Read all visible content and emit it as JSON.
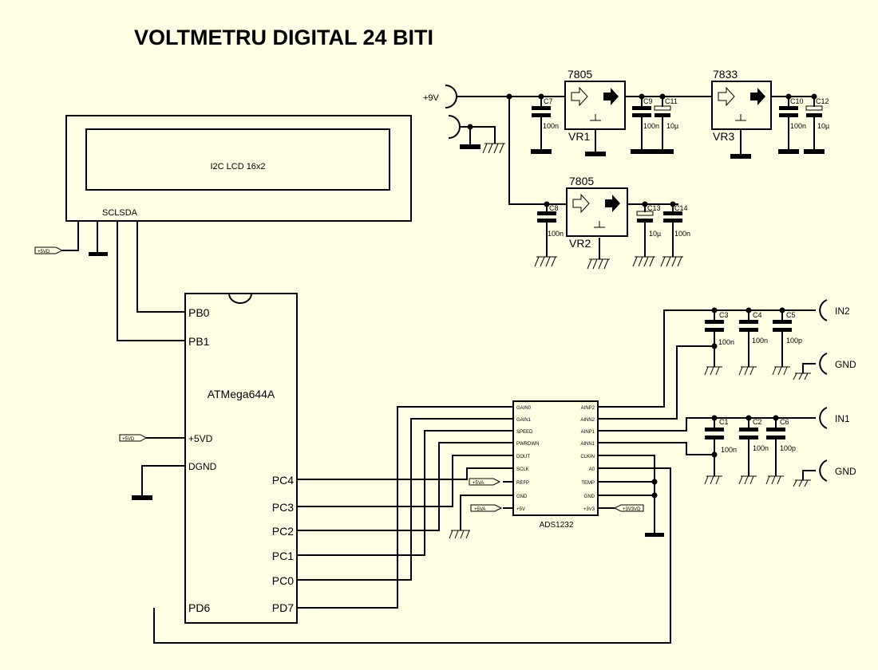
{
  "title": "VOLTMETRU DIGITAL 24 BITI",
  "colors": {
    "background": "#ffffe6",
    "title": "#ff0000",
    "ink": "#000000"
  },
  "lcd": {
    "label": "I2C LCD 16x2",
    "pins": "SCLSDA"
  },
  "mcu": {
    "name": "ATMega644A",
    "left_pins": [
      "PB0",
      "PB1",
      "+5VD",
      "DGND",
      "PD6"
    ],
    "right_pins": [
      "PC4",
      "PC3",
      "PC2",
      "PC1",
      "PC0",
      "PD7"
    ]
  },
  "adc": {
    "name": "ADS1232",
    "left_pins": [
      "GAIN0",
      "GAIN1",
      "SPEED",
      "PWRDWN",
      "DOUT",
      "SCLK",
      "REFP",
      "GND",
      "+5V"
    ],
    "right_pins": [
      "AINP2",
      "AINN2",
      "AINP1",
      "AINN1",
      "CLKIN",
      "A0",
      "TEMP",
      "GND",
      "+3V3"
    ]
  },
  "regulators": [
    {
      "type": "7805",
      "ref": "VR1"
    },
    {
      "type": "7833",
      "ref": "VR3"
    },
    {
      "type": "7805",
      "ref": "VR2"
    }
  ],
  "capacitors": [
    {
      "ref": "C7",
      "value": "100n"
    },
    {
      "ref": "C9",
      "value": "100n"
    },
    {
      "ref": "C11",
      "value": "10µ"
    },
    {
      "ref": "C10",
      "value": "100n"
    },
    {
      "ref": "C12",
      "value": "10µ"
    },
    {
      "ref": "C8",
      "value": "100n"
    },
    {
      "ref": "C13",
      "value": "10µ"
    },
    {
      "ref": "C14",
      "value": "100n"
    },
    {
      "ref": "C3",
      "value": "100n"
    },
    {
      "ref": "C4",
      "value": "100n"
    },
    {
      "ref": "C5",
      "value": "100p"
    },
    {
      "ref": "C1",
      "value": "100n"
    },
    {
      "ref": "C2",
      "value": "100n"
    },
    {
      "ref": "C6",
      "value": "100p"
    }
  ],
  "connectors": {
    "supply": "+9V",
    "in2": "IN2",
    "gnd_top": "GND",
    "in1": "IN1",
    "gnd_bottom": "GND"
  },
  "net_tags": {
    "lcd_5v": "+5VD",
    "mcu_5v": "+5VD",
    "adc_refp": "+5VA",
    "adc_5v": "+5VA",
    "adc_3v3": "+3V3VD"
  }
}
